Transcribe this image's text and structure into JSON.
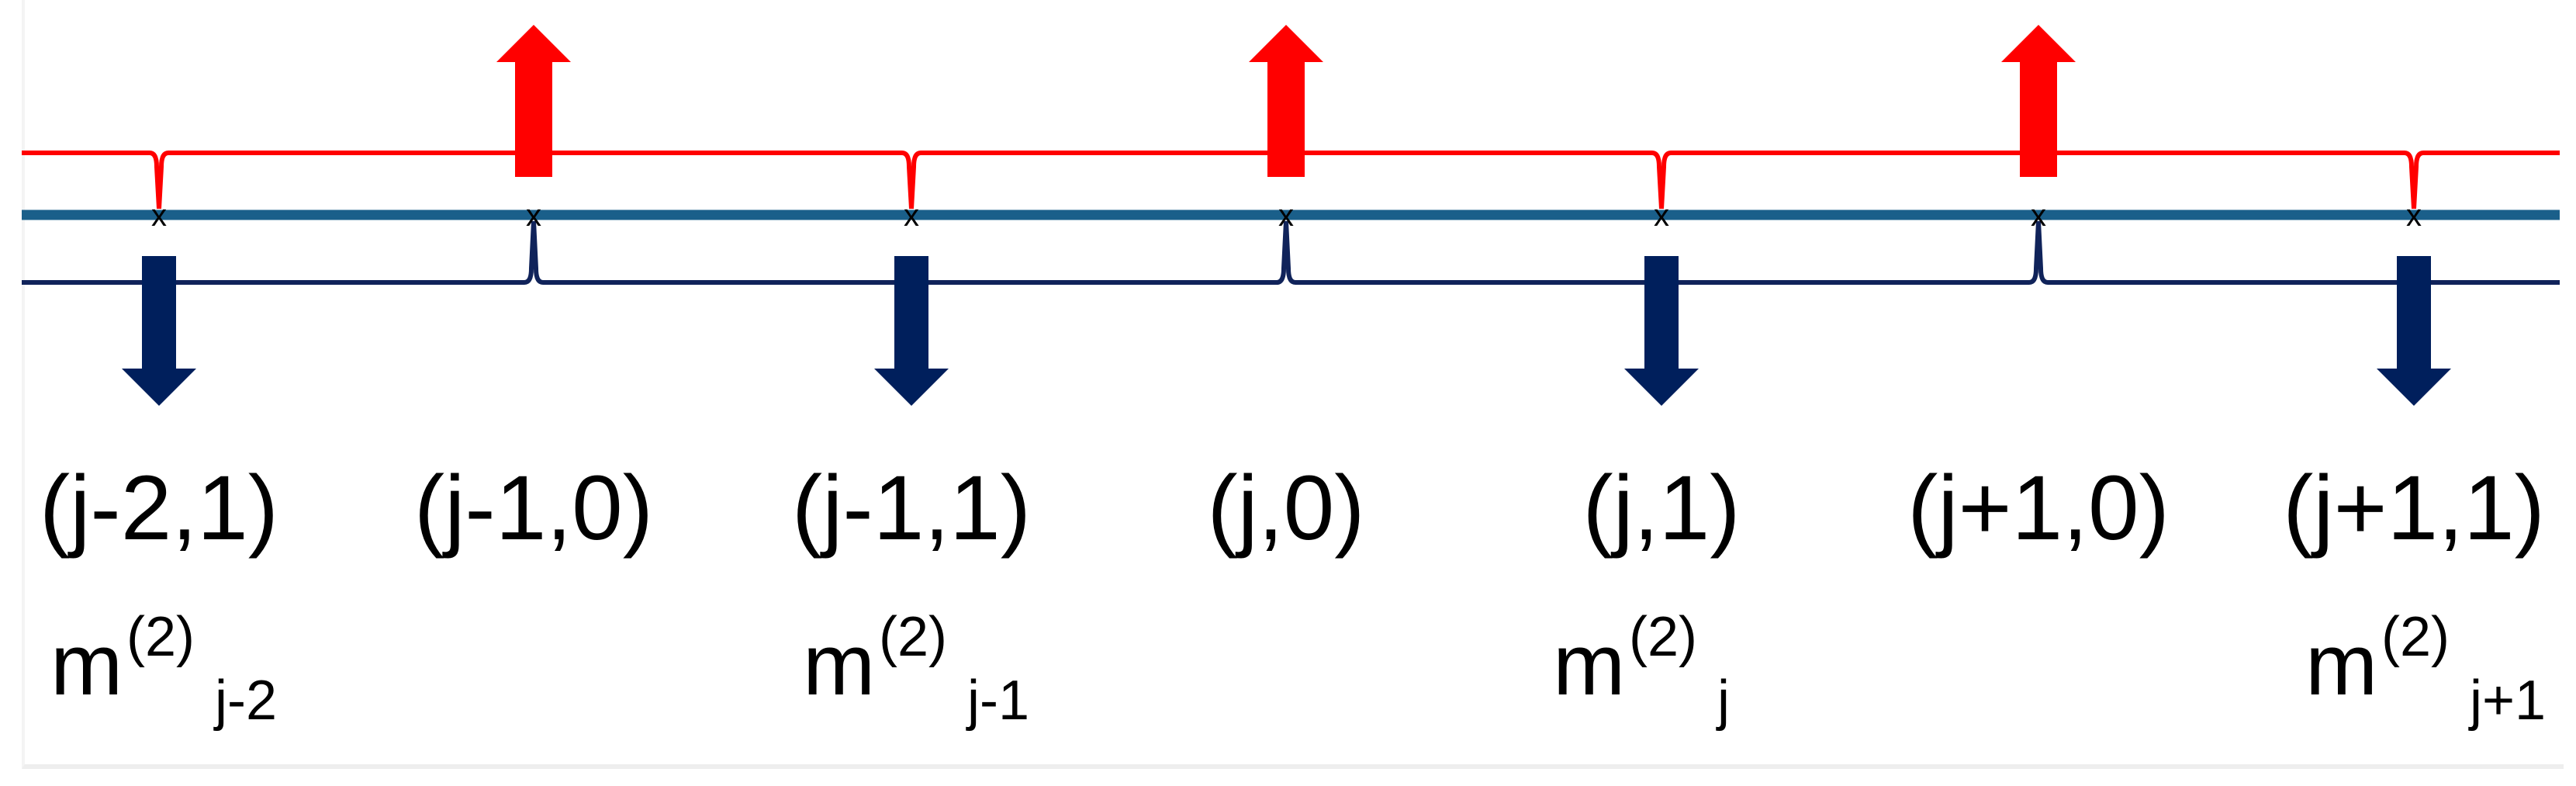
{
  "diagram": {
    "colors": {
      "upper_line": "#ff0000",
      "middle_line": "#1a5f8a",
      "lower_line": "#10235a",
      "up_arrow": "#ff0000",
      "down_arrow": "#001f5c",
      "marker": "#000000"
    },
    "sites": [
      {
        "label": "(j-2,1)",
        "kind": "B",
        "mode": {
          "main": "m",
          "sup": "(2)",
          "sub": "j-2"
        }
      },
      {
        "label": "(j-1,0)",
        "kind": "A"
      },
      {
        "label": "(j-1,1)",
        "kind": "B",
        "mode": {
          "main": "m",
          "sup": "(2)",
          "sub": "j-1"
        }
      },
      {
        "label": "(j,0)",
        "kind": "A"
      },
      {
        "label": "(j,1)",
        "kind": "B",
        "mode": {
          "main": "m",
          "sup": "(2)",
          "sub": "j"
        }
      },
      {
        "label": "(j+1,0)",
        "kind": "A"
      },
      {
        "label": "(j+1,1)",
        "kind": "B",
        "mode": {
          "main": "m",
          "sup": "(2)",
          "sub": "j+1"
        }
      }
    ],
    "marker_glyph": "x"
  }
}
